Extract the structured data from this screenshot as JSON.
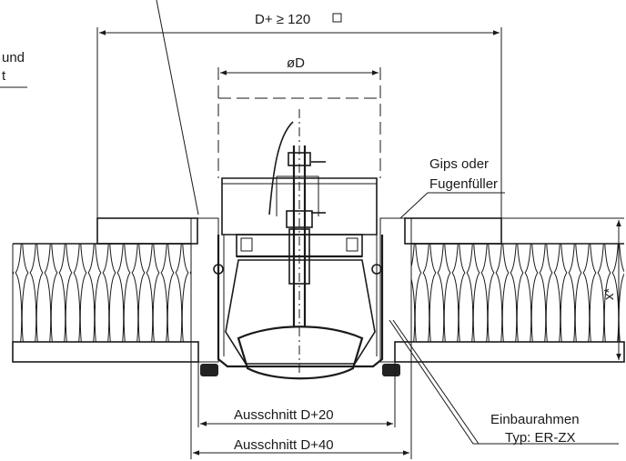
{
  "labels": {
    "dim_top": "D+ ≥ 120",
    "dim_diameter": "øD",
    "left_label_line1": "und",
    "left_label_line2": "t",
    "gips_line1": "Gips oder",
    "gips_line2": "Fugenfüller",
    "x_star": "x*",
    "cutout_1": "Ausschnitt D+20",
    "cutout_2": "Ausschnitt D+40",
    "frame_line1": "Einbaurahmen",
    "frame_line2": "Typ: ER-ZX"
  }
}
